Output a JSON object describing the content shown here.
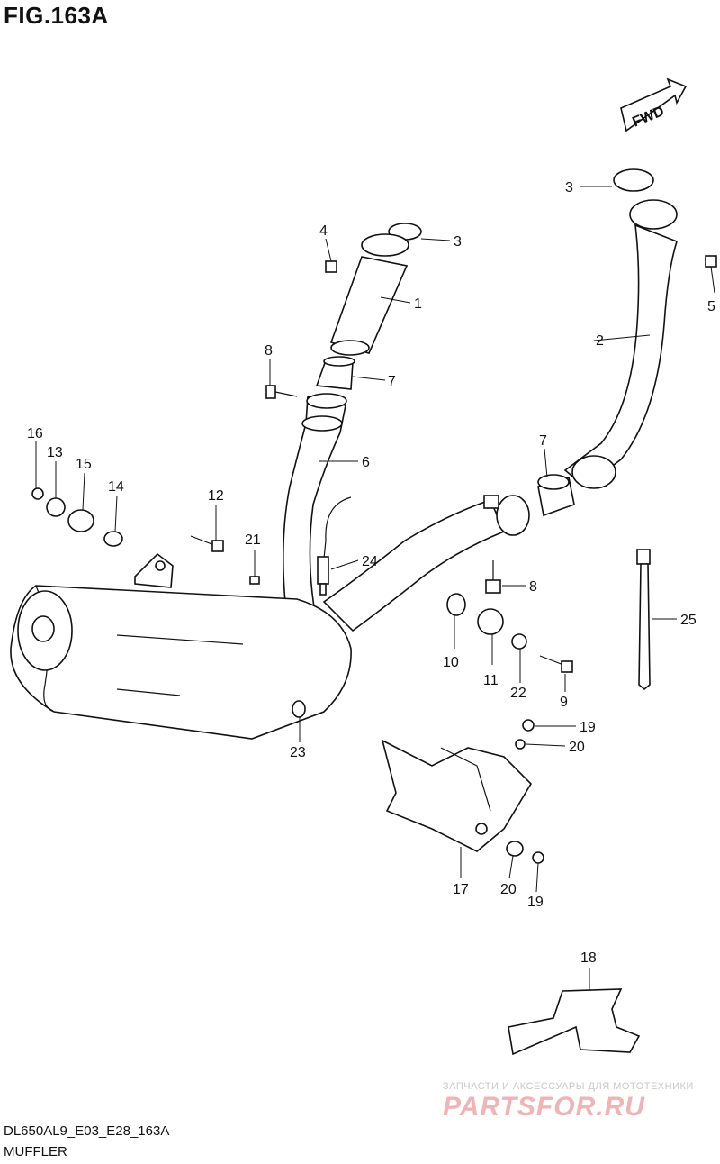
{
  "figure": {
    "title": "FIG.163A"
  },
  "direction_marker": "FWD",
  "callouts": [
    "1",
    "2",
    "3",
    "3",
    "4",
    "5",
    "6",
    "7",
    "7",
    "8",
    "8",
    "9",
    "10",
    "11",
    "12",
    "13",
    "14",
    "15",
    "16",
    "17",
    "18",
    "19",
    "19",
    "20",
    "20",
    "21",
    "22",
    "23",
    "24",
    "25"
  ],
  "footer": {
    "model_code": "DL650AL9_E03_E28_163A",
    "section_name": "MUFFLER"
  },
  "watermark": {
    "line1": "ЗАПЧАСТИ И АКСЕССУАРЫ ДЛЯ МОТОТЕХНИКИ",
    "line2": "PARTSFOR.RU"
  }
}
